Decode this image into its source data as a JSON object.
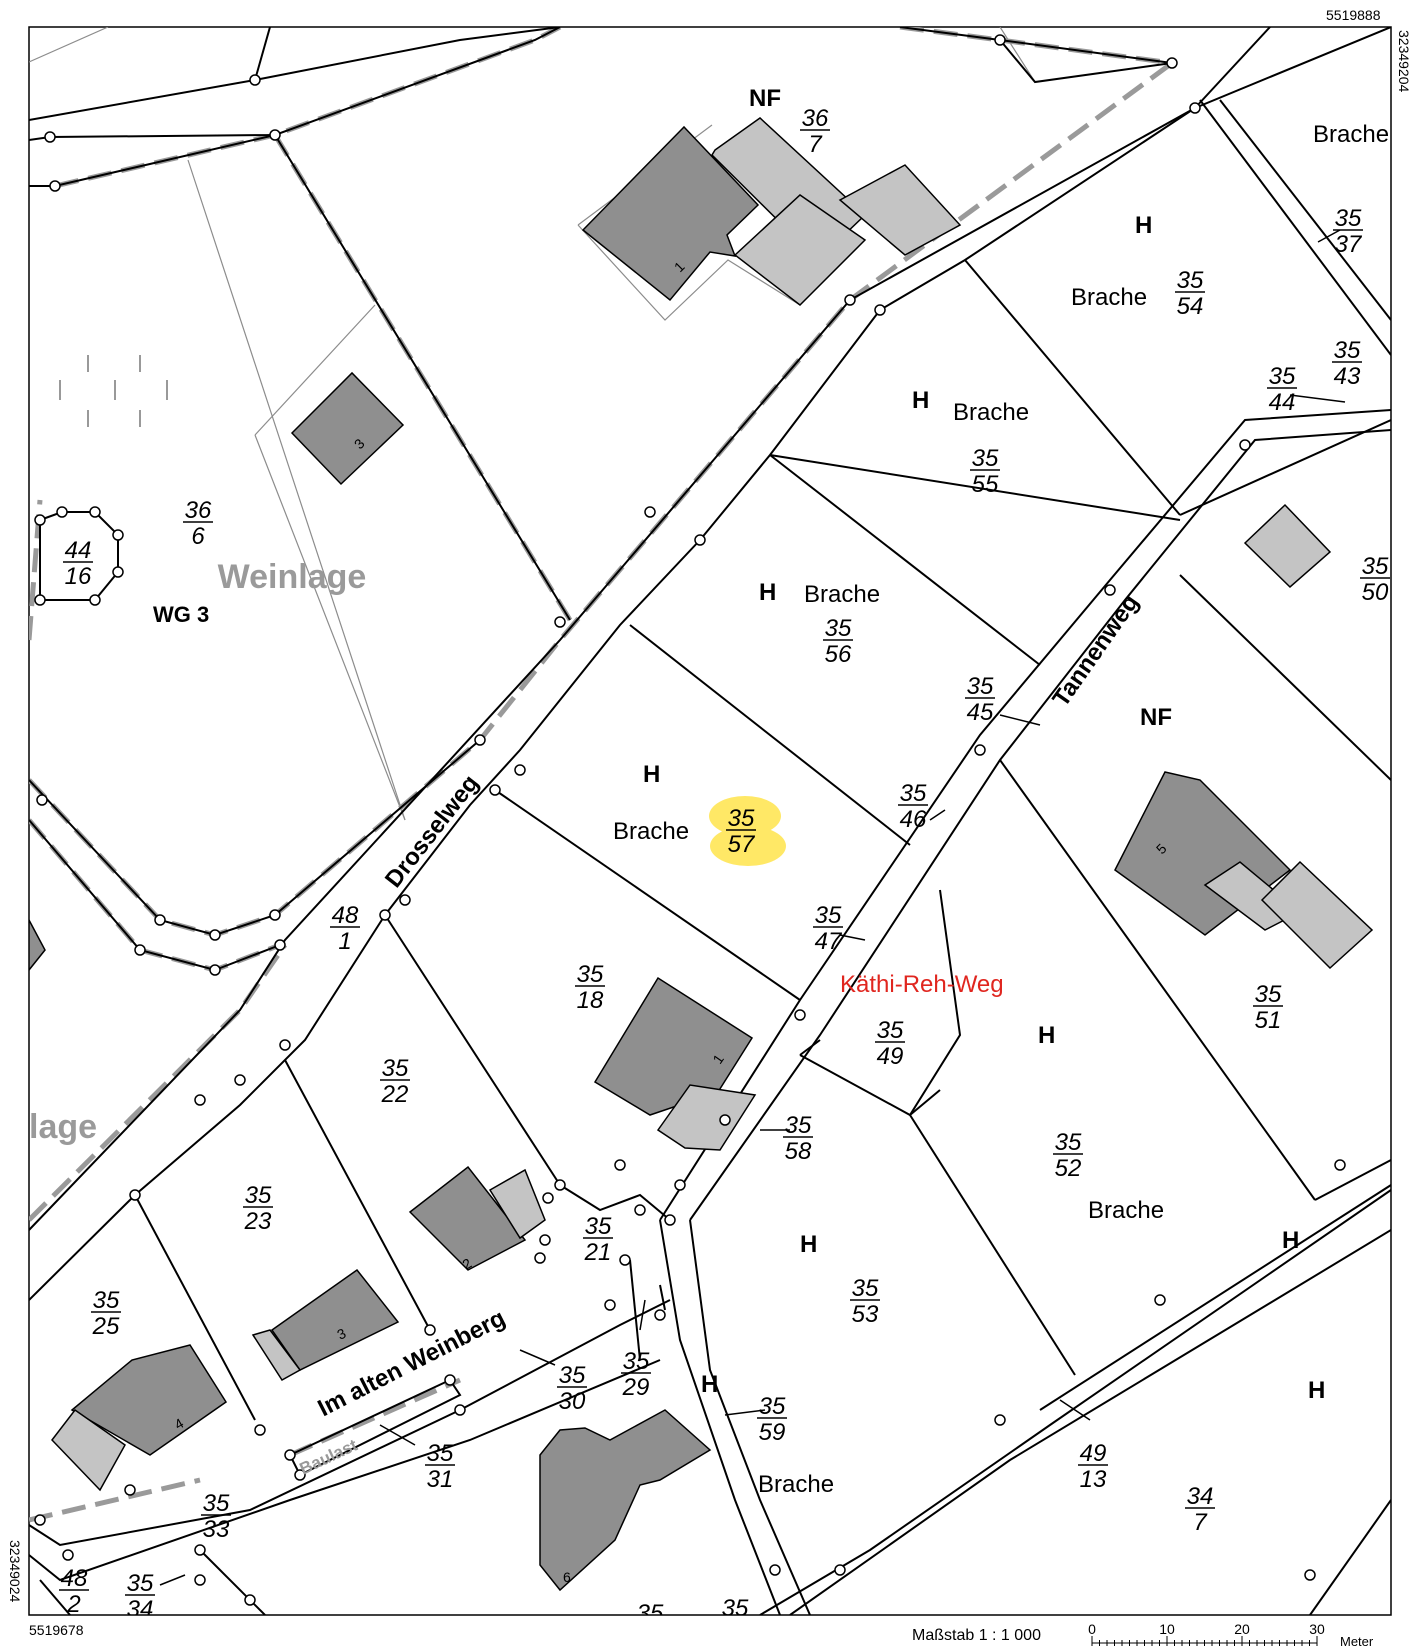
{
  "corner_coords": {
    "top_right_north": "5519888",
    "right_top_east": "32349204",
    "bottom_left_north": "5519678",
    "left_bottom_east": "32349024"
  },
  "scale": {
    "label": "Maßstab 1 : 1 000",
    "ticks": [
      "0",
      "10",
      "20",
      "30"
    ],
    "unit": "Meter"
  },
  "streets": {
    "drosselweg": "Drosselweg",
    "tannenweg": "Tannenweg",
    "im_alten_weinberg": "Im alten Weinberg",
    "kaethi": "Käthi-Reh-Weg"
  },
  "areas": {
    "weinlage": "Weinlage",
    "weinlage_partial": "lage",
    "wg3": "WG 3",
    "baulast": "Baulast"
  },
  "use_labels": {
    "nf": "NF",
    "h": "H",
    "brache": "Brache"
  },
  "parcels": [
    {
      "num": "36",
      "den": "7"
    },
    {
      "num": "35",
      "den": "37"
    },
    {
      "num": "35",
      "den": "54"
    },
    {
      "num": "35",
      "den": "43"
    },
    {
      "num": "35",
      "den": "44"
    },
    {
      "num": "35",
      "den": "55"
    },
    {
      "num": "36",
      "den": "6"
    },
    {
      "num": "44",
      "den": "16"
    },
    {
      "num": "35",
      "den": "50"
    },
    {
      "num": "35",
      "den": "56"
    },
    {
      "num": "35",
      "den": "45"
    },
    {
      "num": "35",
      "den": "46"
    },
    {
      "num": "35",
      "den": "57"
    },
    {
      "num": "48",
      "den": "1"
    },
    {
      "num": "35",
      "den": "47"
    },
    {
      "num": "35",
      "den": "18"
    },
    {
      "num": "35",
      "den": "49"
    },
    {
      "num": "35",
      "den": "51"
    },
    {
      "num": "35",
      "den": "22"
    },
    {
      "num": "35",
      "den": "58"
    },
    {
      "num": "35",
      "den": "52"
    },
    {
      "num": "35",
      "den": "23"
    },
    {
      "num": "35",
      "den": "21"
    },
    {
      "num": "35",
      "den": "53"
    },
    {
      "num": "35",
      "den": "25"
    },
    {
      "num": "35",
      "den": "29"
    },
    {
      "num": "35",
      "den": "30"
    },
    {
      "num": "35",
      "den": "59"
    },
    {
      "num": "35",
      "den": "31"
    },
    {
      "num": "49",
      "den": "13"
    },
    {
      "num": "35",
      "den": "33"
    },
    {
      "num": "34",
      "den": "7"
    },
    {
      "num": "48",
      "den": "2"
    },
    {
      "num": "35",
      "den": "34"
    },
    {
      "num": "35",
      "den": ""
    },
    {
      "num": "35",
      "den": ""
    }
  ],
  "building_numbers": [
    "1",
    "3",
    "5",
    "1",
    "2",
    "3",
    "4",
    "6"
  ],
  "colors": {
    "building_dark": "#8f8f8f",
    "building_light": "#c4c4c4",
    "highlight": "#ffe866",
    "street_red": "#e0261f",
    "area_gray": "#9a9a9a"
  }
}
